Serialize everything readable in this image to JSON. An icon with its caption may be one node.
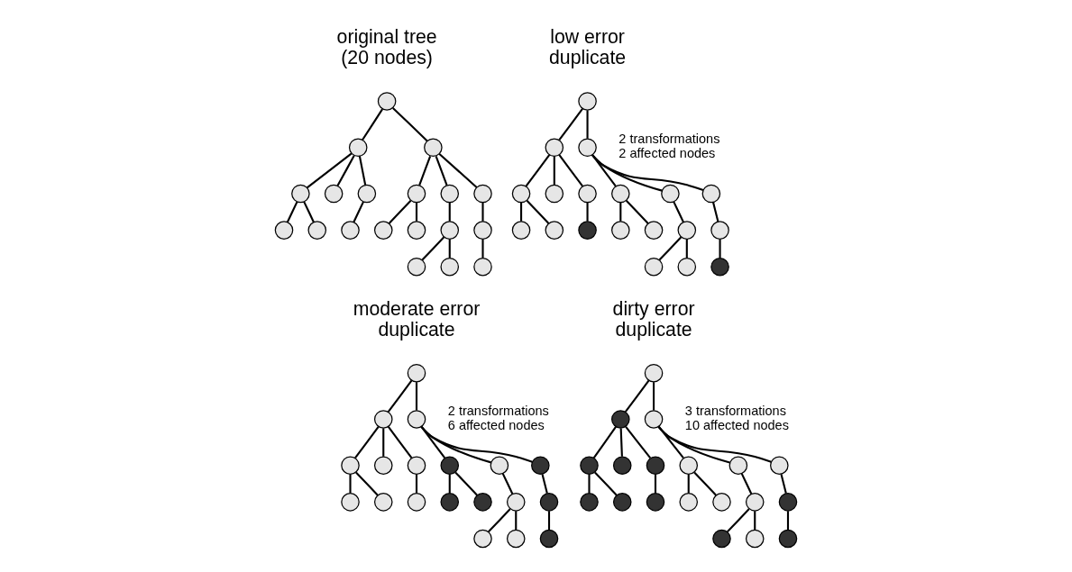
{
  "diagram": {
    "nodes": [
      {
        "text": [],
        "shape": "circle"
      },
      {
        "text": [],
        "shape": "circle"
      },
      {
        "text": [],
        "shape": "circle"
      },
      {
        "text": [],
        "shape": "circle"
      },
      {
        "text": [],
        "shape": "circle"
      },
      {
        "text": [],
        "shape": "circle"
      },
      {
        "text": [],
        "shape": "circle"
      },
      {
        "text": [],
        "shape": "circle"
      },
      {
        "text": [],
        "shape": "circle"
      },
      {
        "text": [],
        "shape": "circle"
      },
      {
        "text": [],
        "shape": "circle"
      },
      {
        "text": [],
        "shape": "circle"
      },
      {
        "text": [],
        "shape": "circle"
      },
      {
        "text": [],
        "shape": "circle"
      },
      {
        "text": [],
        "shape": "circle"
      },
      {
        "text": [],
        "shape": "circle"
      },
      {
        "text": [],
        "shape": "circle"
      },
      {
        "text": [],
        "shape": "circle"
      },
      {
        "text": [],
        "shape": "circle"
      },
      {
        "text": [],
        "shape": "circle"
      },
      {
        "text": [],
        "shape": "circle"
      },
      {
        "text": [],
        "shape": "circle"
      },
      {
        "text": [],
        "shape": "circle"
      },
      {
        "text": [],
        "shape": "circle"
      },
      {
        "text": [],
        "shape": "circle"
      },
      {
        "text": [],
        "shape": "circle"
      },
      {
        "text": [],
        "shape": "circle"
      },
      {
        "text": [],
        "shape": "circle"
      },
      {
        "text": [],
        "shape": "circle"
      },
      {
        "text": [],
        "shape": "circle"
      },
      {
        "text": [],
        "shape": "dot"
      },
      {
        "text": [],
        "shape": "circle"
      },
      {
        "text": [],
        "shape": "circle"
      },
      {
        "text": [],
        "shape": "circle"
      },
      {
        "text": [],
        "shape": "circle"
      },
      {
        "text": [],
        "shape": "circle"
      },
      {
        "text": [],
        "shape": "circle"
      },
      {
        "text": [],
        "shape": "dot"
      },
      {
        "text": [],
        "shape": "circle"
      },
      {
        "text": [],
        "shape": "circle"
      },
      {
        "text": [],
        "shape": "circle"
      },
      {
        "text": [],
        "shape": "circle"
      },
      {
        "text": [],
        "shape": "circle"
      },
      {
        "text": [],
        "shape": "circle"
      },
      {
        "text": [],
        "shape": "dot"
      },
      {
        "text": [],
        "shape": "circle"
      },
      {
        "text": [],
        "shape": "dot"
      },
      {
        "text": [],
        "shape": "circle"
      },
      {
        "text": [],
        "shape": "circle"
      },
      {
        "text": [],
        "shape": "circle"
      },
      {
        "text": [],
        "shape": "dot"
      },
      {
        "text": [],
        "shape": "dot"
      },
      {
        "text": [],
        "shape": "circle"
      },
      {
        "text": [],
        "shape": "dot"
      },
      {
        "text": [],
        "shape": "circle"
      },
      {
        "text": [],
        "shape": "circle"
      },
      {
        "text": [],
        "shape": "dot"
      },
      {
        "text": [],
        "shape": "circle"
      },
      {
        "text": [],
        "shape": "dot"
      },
      {
        "text": [],
        "shape": "circle"
      },
      {
        "text": [],
        "shape": "dot"
      },
      {
        "text": [],
        "shape": "dot"
      },
      {
        "text": [],
        "shape": "dot"
      },
      {
        "text": [],
        "shape": "circle"
      },
      {
        "text": [],
        "shape": "circle"
      },
      {
        "text": [],
        "shape": "circle"
      },
      {
        "text": [],
        "shape": "dot"
      },
      {
        "text": [],
        "shape": "dot"
      },
      {
        "text": [],
        "shape": "dot"
      },
      {
        "text": [],
        "shape": "circle"
      },
      {
        "text": [],
        "shape": "circle"
      },
      {
        "text": [],
        "shape": "circle"
      },
      {
        "text": [],
        "shape": "dot"
      },
      {
        "text": [],
        "shape": "dot"
      },
      {
        "text": [],
        "shape": "circle"
      },
      {
        "text": [],
        "shape": "dot"
      }
    ],
    "edges": [
      {
        "from": 0,
        "to": 1,
        "arrow": "none"
      },
      {
        "from": 0,
        "to": 2,
        "arrow": "none"
      },
      {
        "from": 1,
        "to": 3,
        "arrow": "none"
      },
      {
        "from": 1,
        "to": 4,
        "arrow": "none"
      },
      {
        "from": 1,
        "to": 5,
        "arrow": "none"
      },
      {
        "from": 2,
        "to": 6,
        "arrow": "none"
      },
      {
        "from": 2,
        "to": 7,
        "arrow": "none"
      },
      {
        "from": 2,
        "to": 8,
        "arrow": "none"
      },
      {
        "from": 3,
        "to": 9,
        "arrow": "none"
      },
      {
        "from": 3,
        "to": 10,
        "arrow": "none"
      },
      {
        "from": 5,
        "to": 11,
        "arrow": "none"
      },
      {
        "from": 6,
        "to": 12,
        "arrow": "none"
      },
      {
        "from": 6,
        "to": 13,
        "arrow": "none"
      },
      {
        "from": 7,
        "to": 14,
        "arrow": "none"
      },
      {
        "from": 8,
        "to": 15,
        "arrow": "none"
      },
      {
        "from": 14,
        "to": 16,
        "arrow": "none"
      },
      {
        "from": 14,
        "to": 17,
        "arrow": "none"
      },
      {
        "from": 15,
        "to": 18,
        "arrow": "none"
      },
      {
        "from": 19,
        "to": 20,
        "arrow": "none"
      },
      {
        "from": 19,
        "to": 21,
        "arrow": "none"
      },
      {
        "from": 20,
        "to": 22,
        "arrow": "none"
      },
      {
        "from": 20,
        "to": 23,
        "arrow": "none"
      },
      {
        "from": 20,
        "to": 24,
        "arrow": "none"
      },
      {
        "from": 21,
        "to": 25,
        "arrow": "none"
      },
      {
        "from": 21,
        "to": 26,
        "arrow": "none"
      },
      {
        "from": 21,
        "to": 27,
        "arrow": "none"
      },
      {
        "from": 22,
        "to": 28,
        "arrow": "none"
      },
      {
        "from": 22,
        "to": 29,
        "arrow": "none"
      },
      {
        "from": 24,
        "to": 30,
        "arrow": "none"
      },
      {
        "from": 25,
        "to": 31,
        "arrow": "none"
      },
      {
        "from": 25,
        "to": 32,
        "arrow": "none"
      },
      {
        "from": 26,
        "to": 33,
        "arrow": "none"
      },
      {
        "from": 27,
        "to": 34,
        "arrow": "none"
      },
      {
        "from": 33,
        "to": 35,
        "arrow": "none"
      },
      {
        "from": 33,
        "to": 36,
        "arrow": "none"
      },
      {
        "from": 34,
        "to": 37,
        "arrow": "none"
      },
      {
        "from": 38,
        "to": 39,
        "arrow": "none"
      },
      {
        "from": 38,
        "to": 40,
        "arrow": "none"
      },
      {
        "from": 39,
        "to": 41,
        "arrow": "none"
      },
      {
        "from": 39,
        "to": 42,
        "arrow": "none"
      },
      {
        "from": 39,
        "to": 43,
        "arrow": "none"
      },
      {
        "from": 40,
        "to": 44,
        "arrow": "none"
      },
      {
        "from": 40,
        "to": 45,
        "arrow": "none"
      },
      {
        "from": 40,
        "to": 46,
        "arrow": "none"
      },
      {
        "from": 41,
        "to": 47,
        "arrow": "none"
      },
      {
        "from": 41,
        "to": 48,
        "arrow": "none"
      },
      {
        "from": 43,
        "to": 49,
        "arrow": "none"
      },
      {
        "from": 44,
        "to": 50,
        "arrow": "none"
      },
      {
        "from": 44,
        "to": 51,
        "arrow": "none"
      },
      {
        "from": 45,
        "to": 52,
        "arrow": "none"
      },
      {
        "from": 46,
        "to": 53,
        "arrow": "none"
      },
      {
        "from": 52,
        "to": 54,
        "arrow": "none"
      },
      {
        "from": 52,
        "to": 55,
        "arrow": "none"
      },
      {
        "from": 53,
        "to": 56,
        "arrow": "none"
      },
      {
        "from": 57,
        "to": 58,
        "arrow": "none"
      },
      {
        "from": 57,
        "to": 59,
        "arrow": "none"
      },
      {
        "from": 58,
        "to": 60,
        "arrow": "none"
      },
      {
        "from": 58,
        "to": 61,
        "arrow": "none"
      },
      {
        "from": 58,
        "to": 62,
        "arrow": "none"
      },
      {
        "from": 59,
        "to": 63,
        "arrow": "none"
      },
      {
        "from": 59,
        "to": 64,
        "arrow": "none"
      },
      {
        "from": 59,
        "to": 65,
        "arrow": "none"
      },
      {
        "from": 60,
        "to": 66,
        "arrow": "none"
      },
      {
        "from": 60,
        "to": 67,
        "arrow": "none"
      },
      {
        "from": 62,
        "to": 68,
        "arrow": "none"
      },
      {
        "from": 63,
        "to": 69,
        "arrow": "none"
      },
      {
        "from": 63,
        "to": 70,
        "arrow": "none"
      },
      {
        "from": 64,
        "to": 71,
        "arrow": "none"
      },
      {
        "from": 65,
        "to": 72,
        "arrow": "none"
      },
      {
        "from": 71,
        "to": 73,
        "arrow": "none"
      },
      {
        "from": 71,
        "to": 74,
        "arrow": "none"
      },
      {
        "from": 72,
        "to": 75,
        "arrow": "none"
      }
    ],
    "labels": [
      "original tree (20 nodes)",
      "low error duplicate",
      "2 transformations 2 affected nodes",
      "moderate error duplicate",
      "2 transformations 6 affected nodes",
      "dirty error duplicate",
      "3 transformations 10 affected nodes"
    ]
  }
}
